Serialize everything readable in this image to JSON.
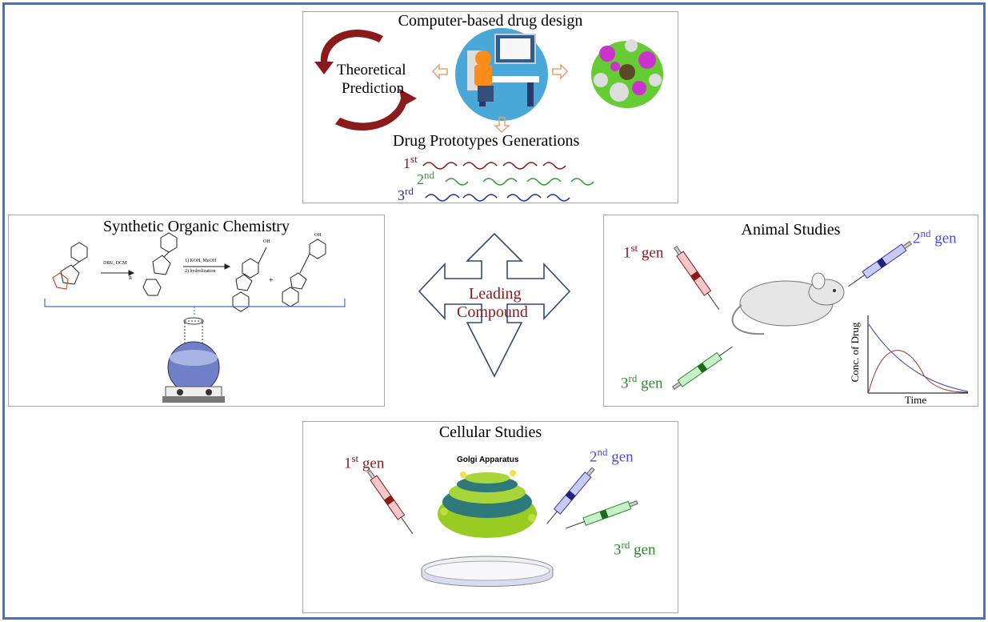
{
  "computer_panel": {
    "title": "Computer-based drug design",
    "cycle_label_line1": "Theoretical",
    "cycle_label_line2": "Prediction",
    "generations_title": "Drug Prototypes Generations",
    "gen1": {
      "num": "1",
      "sup": "st"
    },
    "gen2": {
      "num": "2",
      "sup": "nd"
    },
    "gen3": {
      "num": "3",
      "sup": "rd"
    }
  },
  "synthesis_panel": {
    "title": "Synthetic Organic Chemistry",
    "reagent1": "DBU, DCM",
    "reagent2": "R",
    "step1": "1) KOH, MeOH",
    "step2": "2) hydrolization",
    "plus": "+",
    "atom_oh1": "OH",
    "atom_oh2": "OH"
  },
  "center": {
    "line1": "Leading",
    "line2": "Compound"
  },
  "animal_panel": {
    "title": "Animal Studies",
    "gen1": {
      "num": "1",
      "sup": "st",
      "word": "gen"
    },
    "gen2": {
      "num": "2",
      "sup": "nd",
      "word": "gen"
    },
    "gen3": {
      "num": "3",
      "sup": "rd",
      "word": "gen"
    },
    "chart_ylabel": "Conc. of Drug",
    "chart_xlabel": "Time"
  },
  "cellular_panel": {
    "title": "Cellular Studies",
    "golgi_label": "Golgi Apparatus",
    "gen1": {
      "num": "1",
      "sup": "st",
      "word": "gen"
    },
    "gen2": {
      "num": "2",
      "sup": "nd",
      "word": "gen"
    },
    "gen3": {
      "num": "3",
      "sup": "rd",
      "word": "gen"
    }
  },
  "colors": {
    "frame": "#4472c4",
    "gen1": "#8b1a1a",
    "gen2": "#2ca02c",
    "gen3": "#1f2fa0",
    "gen2_animal": "#4b4bd6",
    "arrow_outline": "#2e4a7a",
    "orange_arrow": "#e8a070",
    "cycle_arrow": "#8b1a1a"
  }
}
